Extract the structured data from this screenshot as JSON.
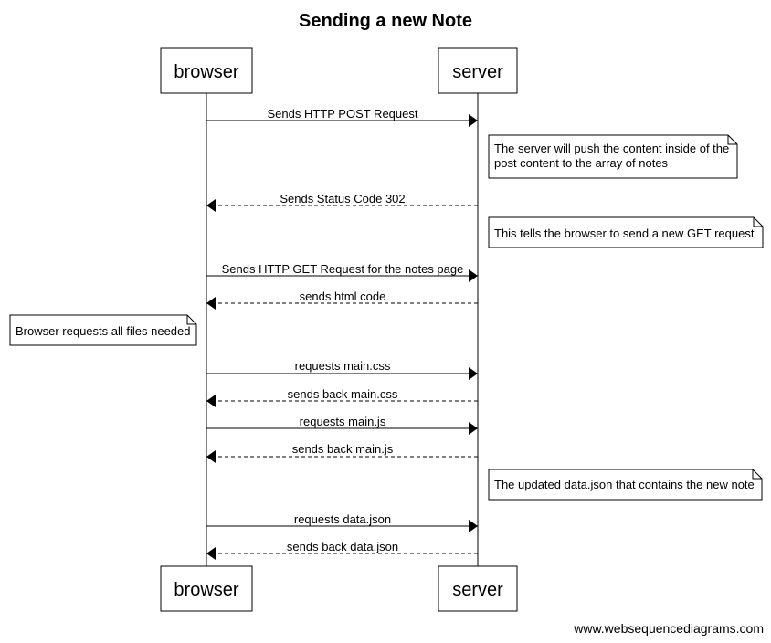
{
  "title": "Sending a new Note",
  "participants": {
    "browser": "browser",
    "server": "server"
  },
  "messages": [
    {
      "label": "Sends HTTP POST Request",
      "from": "browser",
      "to": "server",
      "style": "solid"
    },
    {
      "label": "Sends Status Code 302",
      "from": "server",
      "to": "browser",
      "style": "dashed"
    },
    {
      "label": "Sends HTTP GET Request for the notes page",
      "from": "browser",
      "to": "server",
      "style": "solid"
    },
    {
      "label": "sends html code",
      "from": "server",
      "to": "browser",
      "style": "dashed"
    },
    {
      "label": "requests main.css",
      "from": "browser",
      "to": "server",
      "style": "solid"
    },
    {
      "label": "sends back main.css",
      "from": "server",
      "to": "browser",
      "style": "dashed"
    },
    {
      "label": "requests main.js",
      "from": "browser",
      "to": "server",
      "style": "solid"
    },
    {
      "label": "sends back main.js",
      "from": "server",
      "to": "browser",
      "style": "dashed"
    },
    {
      "label": "requests data.json",
      "from": "browser",
      "to": "server",
      "style": "solid"
    },
    {
      "label": "sends back data.json",
      "from": "server",
      "to": "browser",
      "style": "dashed"
    }
  ],
  "notes": {
    "push_content_line1": "The server will push the content inside of the",
    "push_content_line2": "post content to the array of notes",
    "new_get": "This tells the browser to send a new GET request",
    "browser_files": "Browser requests all files needed",
    "updated_json": "The updated data.json that contains the new note"
  },
  "footer": "www.websequencediagrams.com"
}
